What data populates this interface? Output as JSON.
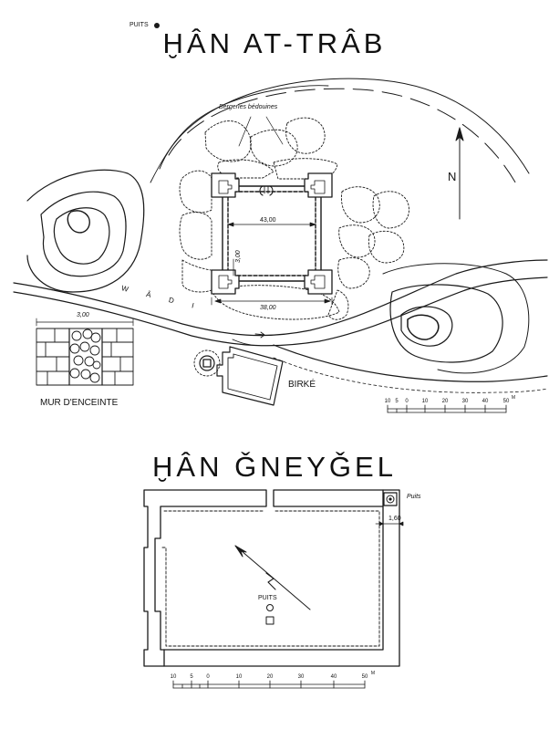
{
  "top": {
    "title": "ḪÂN AT-TRÂB",
    "puits_label": "PUITS",
    "bergeries_label": "Bergeries bédouines",
    "north_label": "N",
    "dim_width": "43,00",
    "dim_depth": "38,00",
    "dim_tower": "3,00",
    "wadi_label": "W Â D I",
    "birke_label": "BIRKÉ",
    "wall_dim": "3,00",
    "wall_caption": "MUR D'ENCEINTE",
    "scale_ticks": [
      "10",
      "5",
      "0",
      "10",
      "20",
      "30",
      "40",
      "50"
    ],
    "scale_unit": "M"
  },
  "bottom": {
    "title": "ḪÂN ǦNEYǦEL",
    "puits_corner_label": "Puits",
    "dim_wall": "1,60",
    "puits_center_label": "PUITS",
    "scale_ticks": [
      "10",
      "5",
      "0",
      "10",
      "20",
      "30",
      "40",
      "50"
    ],
    "scale_unit": "M"
  },
  "colors": {
    "ink": "#1a1a1a",
    "paper": "#ffffff"
  }
}
